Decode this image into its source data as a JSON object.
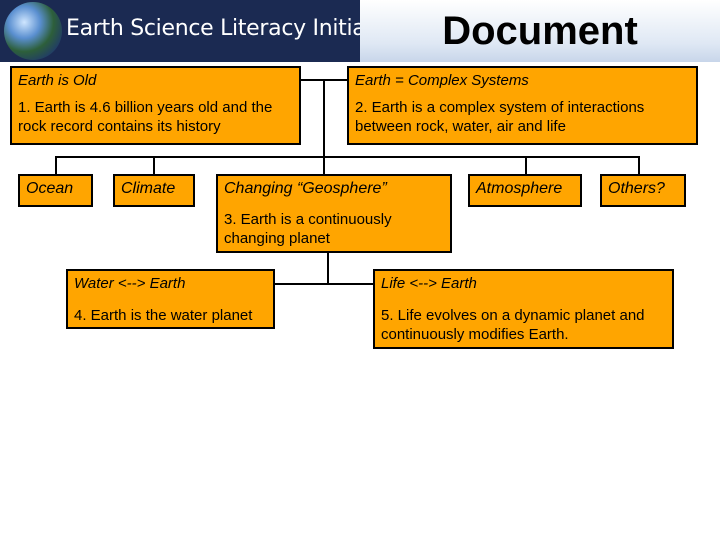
{
  "header": {
    "logo_text": "Earth Science Literacy Initiative",
    "title": "Document"
  },
  "boxes": {
    "earth_old": {
      "heading": "Earth is Old",
      "body": "1. Earth is 4.6 billion years old and the rock record contains its history"
    },
    "complex": {
      "heading": "Earth = Complex Systems",
      "body": "2. Earth is a complex system of interactions between rock, water, air and life"
    },
    "ocean": "Ocean",
    "climate": "Climate",
    "changing": {
      "heading": "Changing “Geosphere”",
      "body": "3. Earth is a continuously changing planet"
    },
    "atmosphere": "Atmosphere",
    "others": "Others?",
    "water": {
      "heading": "Water <--> Earth",
      "body": "4. Earth is the water planet"
    },
    "life": {
      "heading": "Life <--> Earth",
      "body": "5. Life evolves on a dynamic planet and continuously modifies Earth."
    }
  },
  "colors": {
    "box_fill": "#ffa500",
    "banner": "#1b2a52"
  }
}
